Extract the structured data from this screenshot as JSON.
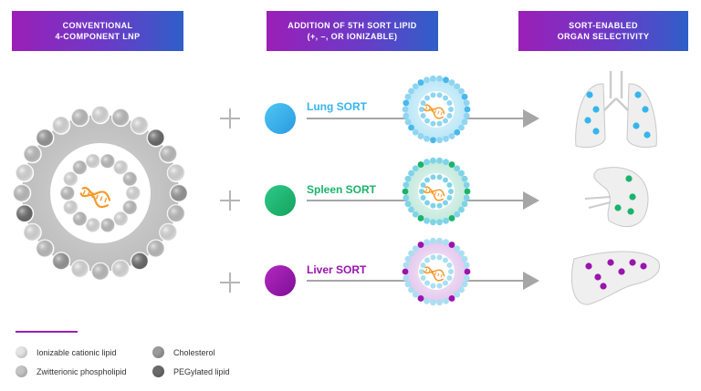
{
  "headers": [
    {
      "line1": "CONVENTIONAL",
      "line2": "4-COMPONENT LNP"
    },
    {
      "line1": "ADDITION OF 5TH SORT LIPID",
      "line2": "(+, –, OR IONIZABLE)"
    },
    {
      "line1": "SORT-ENABLED",
      "line2": "ORGAN SELECTIVITY"
    }
  ],
  "rows": [
    {
      "label": "Lung SORT",
      "color": "#36b5ec",
      "organ": "lung-icon"
    },
    {
      "label": "Spleen SORT",
      "color": "#1bb36b",
      "organ": "spleen-icon"
    },
    {
      "label": "Liver SORT",
      "color": "#9a14ad",
      "organ": "liver-icon"
    }
  ],
  "legend": [
    {
      "label": "Ionizable cationic lipid",
      "color": "#e3e3e3"
    },
    {
      "label": "Zwitterionic phospholipid",
      "color": "#c4c4c4"
    },
    {
      "label": "Cholesterol",
      "color": "#9a9a9a"
    },
    {
      "label": "PEGylated lipid",
      "color": "#6a6a6a"
    }
  ],
  "colors": {
    "header_start": "#9b1fb8",
    "header_end": "#2f5fc9",
    "mrna": "#f39a2b",
    "arrow": "#a6a6a6"
  }
}
